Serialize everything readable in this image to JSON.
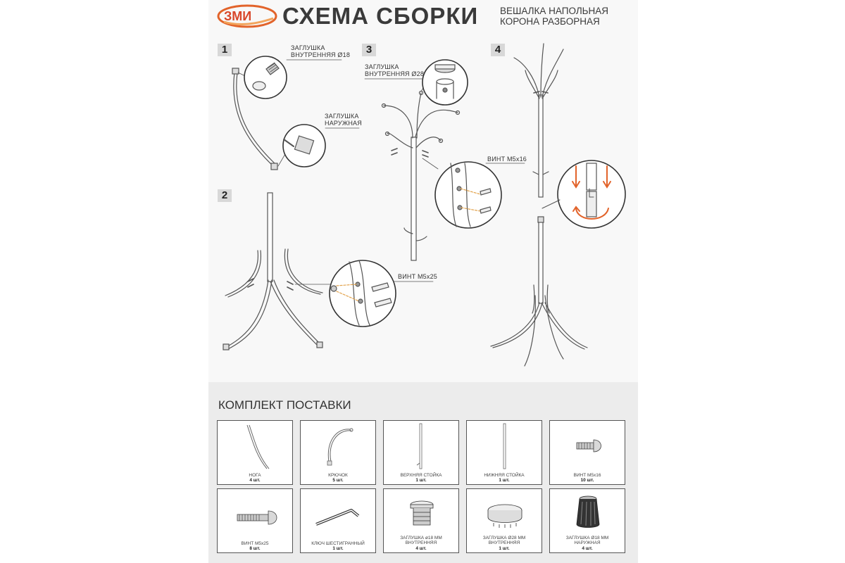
{
  "header": {
    "logo_text": "ЗМИ",
    "title": "СХЕМА СБОРКИ",
    "subtitle_line1": "ВЕШАЛКА НАПОЛЬНАЯ",
    "subtitle_line2": "КОРОНА РАЗБОРНАЯ",
    "accent_color": "#e2632a"
  },
  "steps": [
    {
      "number": "1",
      "labels": [
        "ЗАГЛУШКА",
        "ВНУТРЕННЯЯ Ø18",
        "ЗАГЛУШКА",
        "НАРУЖНАЯ"
      ]
    },
    {
      "number": "2",
      "labels": [
        "ВИНТ M5х25"
      ]
    },
    {
      "number": "3",
      "labels": [
        "ЗАГЛУШКА",
        "ВНУТРЕННЯЯ Ø28",
        "ВИНТ M5х16"
      ]
    },
    {
      "number": "4",
      "labels": []
    }
  ],
  "kit": {
    "title": "КОМПЛЕКТ ПОСТАВКИ",
    "items": [
      {
        "name": "НОГА",
        "qty": "4 шт."
      },
      {
        "name": "КРЮЧОК",
        "qty": "5 шт."
      },
      {
        "name": "ВЕРХНЯЯ СТОЙКА",
        "qty": "1 шт."
      },
      {
        "name": "НИЖНЯЯ СТОЙКА",
        "qty": "1 шт."
      },
      {
        "name": "ВИНТ M5х16",
        "qty": "10 шт."
      },
      {
        "name": "ВИНТ M5х25",
        "qty": "8 шт."
      },
      {
        "name": "КЛЮЧ ШЕСТИГРАННЫЙ",
        "qty": "1 шт."
      },
      {
        "name": "ЗАГЛУШКА ø18 ММ",
        "name2": "ВНУТРЕННЯЯ",
        "qty": "4 шт."
      },
      {
        "name": "ЗАГЛУШКА Ø28 ММ",
        "name2": "ВНУТРЕННЯЯ",
        "qty": "1 шт."
      },
      {
        "name": "ЗАГЛУШКА Ø18 ММ",
        "name2": "НАРУЖНАЯ",
        "qty": "4 шт."
      }
    ]
  }
}
